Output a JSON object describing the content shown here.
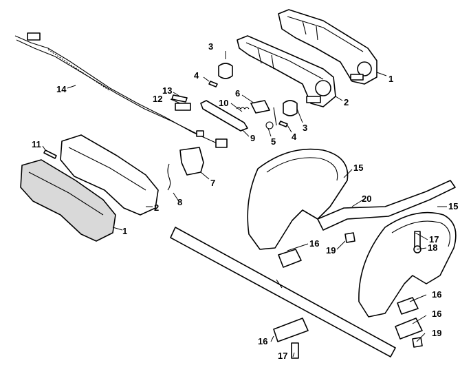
{
  "callouts": [
    "1",
    "1",
    "2",
    "2",
    "3",
    "3",
    "4",
    "4",
    "5",
    "6",
    "7",
    "8",
    "9",
    "10",
    "11",
    "12",
    "13",
    "14",
    "15",
    "15",
    "16",
    "16",
    "16",
    "16",
    "17",
    "17",
    "18",
    "19",
    "19",
    "20"
  ]
}
